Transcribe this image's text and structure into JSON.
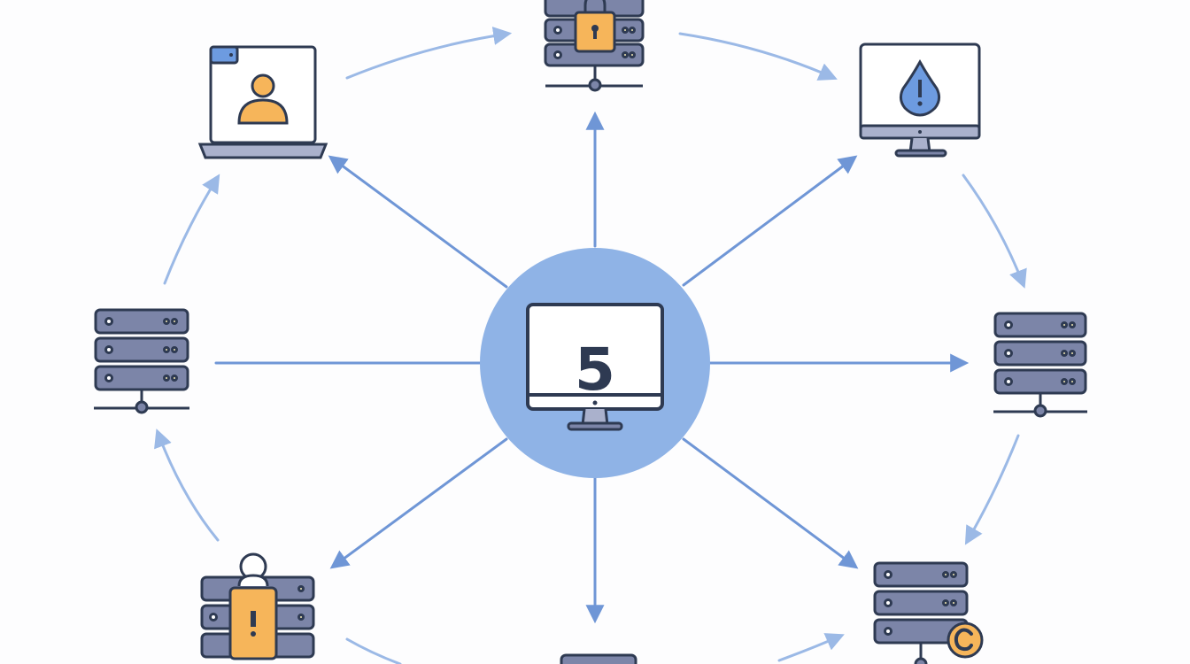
{
  "colors": {
    "background": "#fdfdfe",
    "outline": "#2e3a52",
    "device_body": "#7c85a8",
    "device_body_light": "#aab1cc",
    "screen": "#ffffff",
    "accent_orange": "#f6b55a",
    "accent_blue": "#6d9be0",
    "arrow_spoke": "#6f96d6",
    "arrow_ring": "#9bb9e6",
    "center_circle": "#8fb3e6",
    "led": "#f4eab4"
  },
  "hub": {
    "icon": "monitor-icon",
    "label": "5"
  },
  "nodes": [
    {
      "id": "top-server-lock",
      "icon": "server-lock-icon"
    },
    {
      "id": "top-right-monitor-alert",
      "icon": "monitor-water-drop-alert-icon"
    },
    {
      "id": "right-server",
      "icon": "server-icon"
    },
    {
      "id": "bottom-right-server-copyright",
      "icon": "server-copyright-icon"
    },
    {
      "id": "bottom-monitor",
      "icon": "monitor-icon"
    },
    {
      "id": "bottom-left-server-user-lock",
      "icon": "server-user-lock-icon"
    },
    {
      "id": "left-server",
      "icon": "server-icon"
    },
    {
      "id": "top-left-laptop-user",
      "icon": "laptop-user-icon"
    }
  ]
}
